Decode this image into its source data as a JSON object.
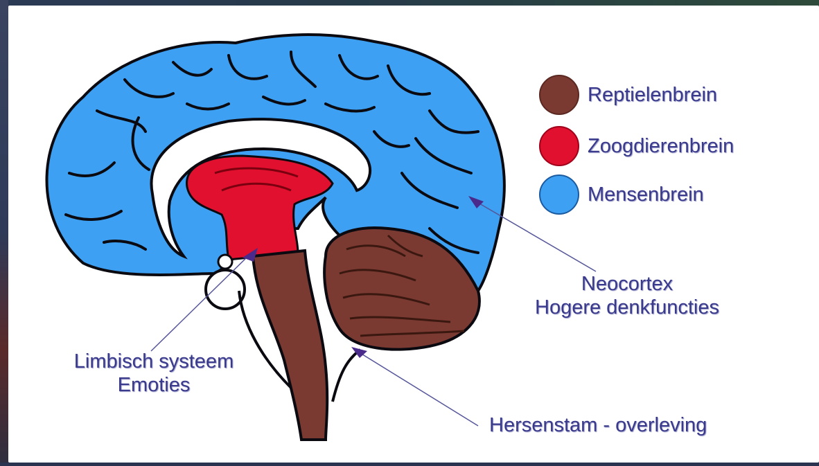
{
  "legend": [
    {
      "label": "Reptielenbrein",
      "color": "#7a3a32"
    },
    {
      "label": "Zoogdierenbrein",
      "color": "#e0102e"
    },
    {
      "label": "Mensenbrein",
      "color": "#3ea0f2"
    }
  ],
  "annotations": {
    "neocortex": {
      "line1": "Neocortex",
      "line2": "Hogere denkfuncties"
    },
    "limbic": {
      "line1": "Limbisch systeem",
      "line2": "Emoties"
    },
    "brainstem": {
      "text": "Hersenstam - overleving"
    }
  },
  "colors": {
    "outline": "#0a0a10",
    "pointer": "#55559a",
    "arrowhead": "#4a2a8a",
    "text": "#3a3a8c"
  },
  "icons": [
    "brain-illustration"
  ]
}
